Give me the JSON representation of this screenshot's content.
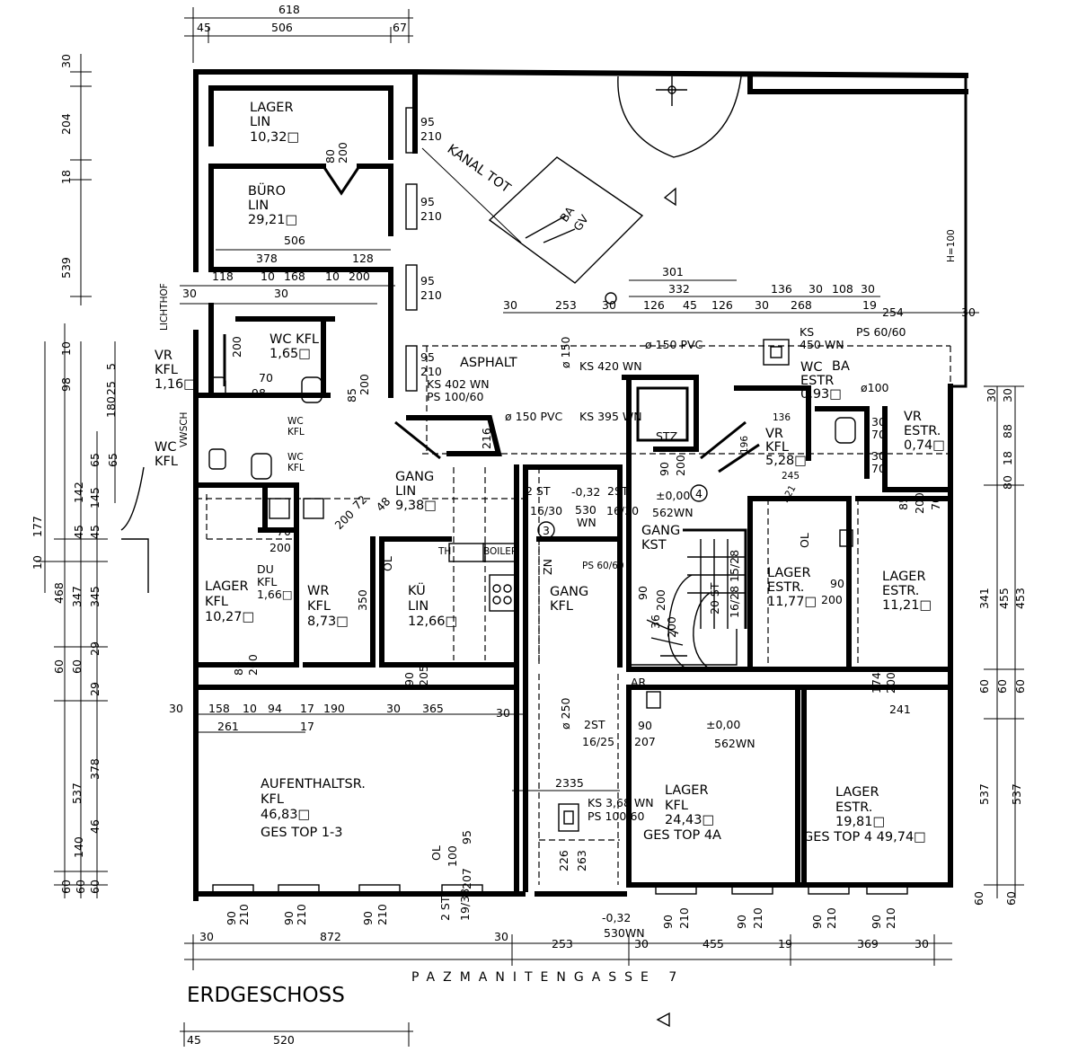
{
  "title": "ERDGESCHOSS",
  "street": "PAZMANITENGASSE 7",
  "rooms": {
    "lager_top": [
      "LAGER",
      "LIN",
      "10,32□"
    ],
    "buero": [
      "BÜRO",
      "LIN",
      "29,21□"
    ],
    "lichthof": "LICHTHOF",
    "vr_left": [
      "VR",
      "KFL",
      "1,16□"
    ],
    "wc_left": [
      "WC",
      "KFL"
    ],
    "vwsch": "VWSCH",
    "wc_kfl": [
      "WC KFL",
      "1,65□"
    ],
    "wc_small1": [
      "WC",
      "KFL"
    ],
    "wc_small2": [
      "WC",
      "KFL"
    ],
    "gang_lin": [
      "GANG",
      "LIN",
      "9,38□"
    ],
    "lager_kfl": [
      "LAGER",
      "KFL",
      "10,27□"
    ],
    "du": [
      "DU",
      "KFL",
      "1,66□"
    ],
    "wr": [
      "WR",
      "KFL",
      "8,73□"
    ],
    "kue": [
      "KÜ",
      "LIN",
      "12,66□"
    ],
    "gang_kfl": [
      "GANG",
      "KFL"
    ],
    "gang_kst": [
      "GANG",
      "KST"
    ],
    "asphalt": "ASPHALT",
    "vr_kfl": [
      "VR",
      "KFL",
      "5,28□"
    ],
    "wc_estr": [
      "WC",
      "ESTR",
      "0,93□"
    ],
    "ba_right": "BA",
    "vr_estr": [
      "VR",
      "ESTR.",
      "0,74□"
    ],
    "lager_estr1": [
      "LAGER",
      "ESTR.",
      "11,77□"
    ],
    "lager_estr2": [
      "LAGER",
      "ESTR.",
      "11,21□"
    ],
    "aufenthalt": [
      "AUFENTHALTSR.",
      "KFL",
      "46,83□",
      "GES TOP 1-3"
    ],
    "lager_4a": [
      "LAGER",
      "KFL",
      "24,43□",
      "GES TOP 4A"
    ],
    "lager_top4": [
      "LAGER",
      "ESTR.",
      "19,81□",
      "GES TOP 4 49,74□"
    ],
    "kanal_tot": "KANAL TOT",
    "ba_gv": [
      "BA",
      "GV"
    ],
    "stz": "STZ",
    "th": "TH",
    "boiler": "BOILER",
    "zn": "ZN",
    "ps6060": "PS 60/60",
    "ar": "AR",
    "h100": "H=100"
  },
  "annotations": {
    "ks450": "KS 450 WN",
    "ks402": "KS 402 WN",
    "ps100": "PS 100/60",
    "ks420": "KS 420 WN",
    "pvc150a": "ø 150 PVC",
    "pvc150b": "ø 150 PVC",
    "ks395": "KS 395 WN",
    "ks450b": "KS",
    "ks450c": "450 WN",
    "ps6060b": "PS 60/60",
    "r100": "ø100",
    "pm000a": "±0,00",
    "wn562a": "562WN",
    "pm000b": "±0,00",
    "wn562b": "562WN",
    "m032a": "-0,32",
    "m032b": "-0,32",
    "wn530a": "530",
    "wn530b": "WN",
    "wn530c": "530WN",
    "ks368": "KS 3,68 WN",
    "ps10060": "PS 100/60",
    "phi250": "ø 250",
    "phi150": "ø 150",
    "st2a": "2 ST",
    "st2b": "2ST",
    "st2c": "2 ST",
    "st2d": "2ST",
    "st20": "20 ST",
    "ratio1630a": "16/30",
    "ratio1630b": "16/30",
    "ratio1625": "16/25",
    "ratio1938": "19/38",
    "ratio1528": "15/28",
    "ratio1628": "16/28",
    "c4": "4",
    "c3": "3",
    "ol_a": "OL",
    "ol_b": "OL",
    "ol_c": "OL"
  },
  "dims": {
    "d618": "618",
    "d506a": "506",
    "d45a": "45",
    "d67": "67",
    "d95a": "95",
    "d210a": "210",
    "d95b": "95",
    "d210b": "210",
    "d95c": "95",
    "d210c": "210",
    "d95d": "95",
    "d210d": "210",
    "d506b": "506",
    "d378": "378",
    "d128": "128",
    "d118": "118",
    "d10a": "10",
    "d168": "168",
    "d10b": "10",
    "d200a": "200",
    "d30a": "30",
    "d30b": "30",
    "d80a": "80",
    "d200b": "200",
    "d30c": "30",
    "d253a": "253",
    "d30d": "30",
    "d301": "301",
    "d332": "332",
    "d126a": "126",
    "d45b": "45",
    "d126b": "126",
    "d136": "136",
    "d30e": "30",
    "d108": "108",
    "d30f": "30",
    "d30g": "30",
    "d268": "268",
    "d19a": "19",
    "d254": "254",
    "d30h": "30",
    "l30": "30",
    "l204": "204",
    "l18": "18",
    "l539": "539",
    "l10": "10",
    "l98": "98",
    "l180": "180",
    "l25": "25",
    "l5": "5",
    "l65a": "65",
    "l65b": "65",
    "l142": "142",
    "l145": "145",
    "l45a": "45",
    "l45b": "45",
    "l177": "177",
    "l10b": "10",
    "l468": "468",
    "l347": "347",
    "l345": "345",
    "l60a": "60",
    "l60b": "60",
    "l29": "29",
    "l29b": "29",
    "l537": "537",
    "l378": "378",
    "l140": "140",
    "l46": "46",
    "l60c": "60",
    "l60d": "60",
    "l60e": "60",
    "r30a": "30",
    "r30b": "30",
    "r80": "80",
    "r88": "88",
    "r18": "18",
    "r341": "341",
    "r455": "455",
    "r453": "453",
    "r60a": "60",
    "r60b": "60",
    "r60c": "60",
    "r537a": "537",
    "r537b": "537",
    "r60d": "60",
    "r60e": "60",
    "b30a": "30",
    "b872": "872",
    "b30b": "30",
    "b253": "253",
    "b30c": "30",
    "b455": "455",
    "b19": "19",
    "b369": "369",
    "b30d": "30",
    "f45": "45",
    "f520": "520",
    "w90a": "90",
    "w210a": "210",
    "w90b": "90",
    "w210b": "210",
    "w90c": "90",
    "w210c": "210",
    "w90d": "90",
    "w210d": "210",
    "w90e": "90",
    "w210e": "210",
    "w90f": "90",
    "w210f": "210",
    "w90g": "90",
    "w210g": "210",
    "m30": "30",
    "m158": "158",
    "m10": "10",
    "m94": "94",
    "m17a": "17",
    "m190": "190",
    "m30b": "30",
    "m365": "365",
    "m30c": "30",
    "m261": "261",
    "m17b": "17",
    "i70": "70",
    "i200": "200",
    "i350": "350",
    "i90": "90",
    "i205": "205",
    "i80": "80",
    "i200b": "200",
    "i85": "85",
    "i200c": "200",
    "i90b": "90",
    "i200d": "200",
    "i174": "174",
    "i200e": "200",
    "i241": "241",
    "i85b": "85",
    "i200f": "200",
    "i70b": "70",
    "i70c": "70",
    "i30a": "30",
    "i70d": "70",
    "i30b": "30",
    "i70e": "70",
    "i136": "136",
    "i196": "196",
    "i245": "245",
    "i221": "221",
    "i90c": "90",
    "i200g": "200",
    "i2335": "2335",
    "i90d": "90",
    "i207": "207",
    "i226": "226",
    "i263": "263",
    "i90e": "90",
    "i200h": "200",
    "i36": "36",
    "i200i": "200",
    "i98": "98",
    "i200j": "200",
    "i216": "216",
    "i100": "100",
    "i207b": "207",
    "i95": "95",
    "i72": "72",
    "i200k": "200",
    "i48": "48"
  }
}
